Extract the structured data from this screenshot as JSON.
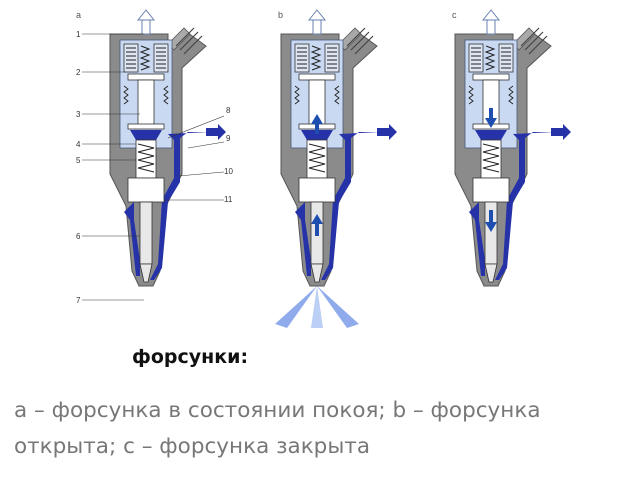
{
  "panels": [
    {
      "letter": "a",
      "state": "rest"
    },
    {
      "letter": "b",
      "state": "open"
    },
    {
      "letter": "c",
      "state": "closed"
    }
  ],
  "callouts": [
    "1",
    "2",
    "3",
    "4",
    "5",
    "6",
    "7",
    "8",
    "9",
    "10",
    "11"
  ],
  "colors": {
    "housing": "#8b8b8b",
    "housing_stroke": "#555555",
    "fuel": "#2632a8",
    "chamber": "#c9d9f2",
    "spray": "#6b8fe6",
    "arrow": "#1e4fb0"
  },
  "heading": "форсунки:",
  "caption": "а – форсунка в состоянии покоя; b – форсунка открыта; с – форсунка закрыта"
}
